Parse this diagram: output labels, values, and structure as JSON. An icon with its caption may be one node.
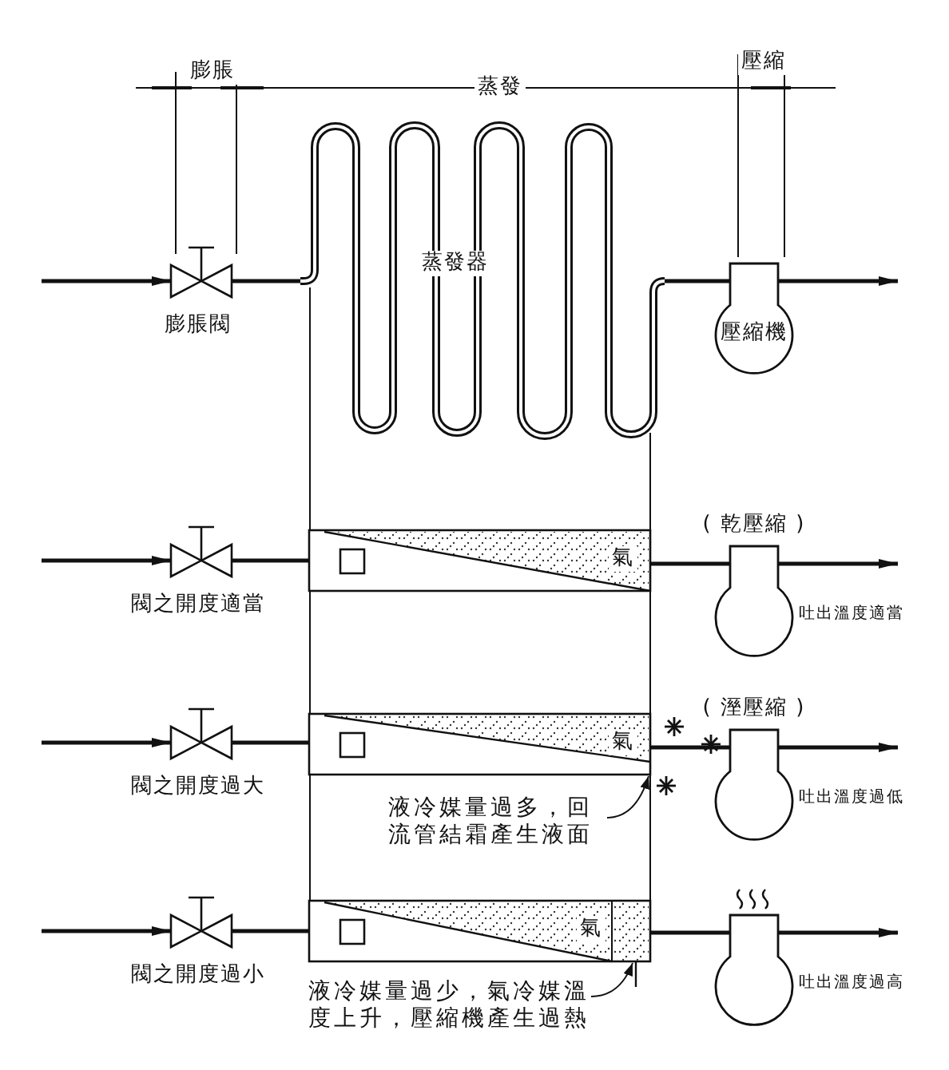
{
  "diagram": {
    "nodes": [
      {
        "text": [
          "膨脹閥"
        ]
      },
      {
        "text": [
          "蒸發器"
        ]
      },
      {
        "text": [
          "壓縮機"
        ]
      },
      {
        "text": [
          "閥之開度適當"
        ]
      },
      {
        "text": [
          "氣"
        ]
      },
      {
        "text": [
          "( 乾壓縮 )"
        ],
        "beside": [
          "吐出溫度適當"
        ]
      },
      {
        "text": [
          "閥之開度過大"
        ]
      },
      {
        "text": [
          "氣"
        ]
      },
      {
        "text": [
          "( 溼壓縮 )"
        ],
        "beside": [
          "吐出溫度過低"
        ]
      },
      {
        "text": [
          "液冷媒量過多，回流管結霜產生液面"
        ]
      },
      {
        "text": [
          "閥之開度過小"
        ]
      },
      {
        "text": [
          "氣"
        ]
      },
      {
        "text": [],
        "shape": "circle",
        "beside": [
          "吐出溫度過高"
        ]
      },
      {
        "text": [
          "液冷媒量過少，氣冷媒溫度上升，壓縮機產生過熱"
        ]
      }
    ],
    "edges": [
      {
        "from": null,
        "to": 0,
        "arrow": "to"
      },
      {
        "from": 0,
        "to": 1,
        "arrow": "none"
      },
      {
        "from": 1,
        "to": 2,
        "arrow": "none"
      },
      {
        "from": 2,
        "to": null,
        "arrow": "to"
      },
      {
        "from": null,
        "to": 3,
        "arrow": "to"
      },
      {
        "from": 3,
        "to": 4,
        "arrow": "none"
      },
      {
        "from": 4,
        "to": 5,
        "arrow": "none"
      },
      {
        "from": 5,
        "to": null,
        "arrow": "to"
      },
      {
        "from": null,
        "to": 6,
        "arrow": "to"
      },
      {
        "from": 6,
        "to": 7,
        "arrow": "none"
      },
      {
        "from": 7,
        "to": 8,
        "arrow": "none"
      },
      {
        "from": 8,
        "to": null,
        "arrow": "to"
      },
      {
        "from": null,
        "to": 10,
        "arrow": "to"
      },
      {
        "from": 10,
        "to": 11,
        "arrow": "none"
      },
      {
        "from": 11,
        "to": 12,
        "arrow": "none"
      },
      {
        "from": 12,
        "to": null,
        "arrow": "to"
      },
      {
        "from": 9,
        "to": 7,
        "arrow": "to"
      },
      {
        "from": 13,
        "to": 11,
        "arrow": "to"
      }
    ],
    "labels": [
      "膨脹",
      "蒸發",
      "壓縮"
    ]
  }
}
